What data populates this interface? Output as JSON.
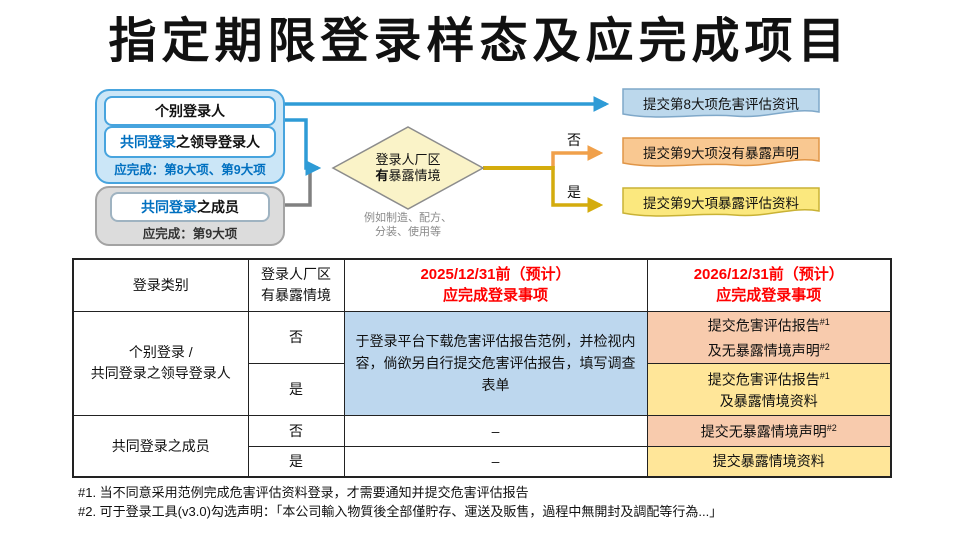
{
  "title": "指定期限登录样态及应完成项目",
  "flowchart": {
    "group_blue": {
      "box1": "个别登录人",
      "box2_highlight": "共同登录",
      "box2_rest": "之领导登录人",
      "caption": "应完成：第8大项、第9大项"
    },
    "group_gray": {
      "box_highlight": "共同登录",
      "box_rest": "之成员",
      "caption": "应完成：第9大项"
    },
    "decision": {
      "line1": "登录人厂区",
      "line2_bold": "有",
      "line2_rest": "暴露情境",
      "note_line1": "例如制造、配方、",
      "note_line2": "分装、使用等"
    },
    "branch_no": "否",
    "branch_yes": "是",
    "result_blue": "提交第8大项危害评估资讯",
    "result_orange": "提交第9大项沒有暴露声明",
    "result_yellow": "提交第9大項暴露评估资料"
  },
  "table": {
    "header": {
      "category": "登录类别",
      "exposure_l1": "登录人厂区",
      "exposure_l2": "有暴露情境",
      "y2025_l1": "2025/12/31前（预计）",
      "y2025_l2": "应完成登录事项",
      "y2026_l1": "2026/12/31前（预计）",
      "y2026_l2": "应完成登录事项"
    },
    "body": {
      "group1_l1": "个别登录 /",
      "group1_l2": "共同登录之领导登录人",
      "group2": "共同登录之成员",
      "no": "否",
      "yes": "是",
      "blue_cell": "于登录平台下载危害评估报告范例，并检视内容，倘欲另自行提交危害评估报告，填写调查表单",
      "dash": "–",
      "sup1": "#1",
      "sup2": "#2",
      "r1_2026_main": "提交危害评估报告",
      "r1_2026_l2": "及无暴露情境声明",
      "r2_2026_main": "提交危害评估报告",
      "r2_2026_l2": "及暴露情境资料",
      "r3_2026": "提交无暴露情境声明",
      "r4_2026": "提交暴露情境资料"
    }
  },
  "footnotes": [
    "#1. 当不同意采用范例完成危害评估资料登录，才需要通知并提交危害评估报告",
    "#2. 可于登录工具(v3.0)勾选声明：「本公司輸入物質後全部僅貯存、運送及販售，過程中無開封及調配等行為...」"
  ],
  "colors": {
    "accent_blue": "#2E9BD6",
    "accent_orange": "#F0A04B",
    "accent_gold": "#D4AC0D",
    "connector_gray": "#808080",
    "group_blue_fill": "#CBE6F7",
    "group_gray_fill": "#DCDCDC",
    "diamond_fill": "#FAF3C8",
    "result_blue_fill": "#BCD8EC",
    "result_orange_fill": "#F9C891",
    "result_yellow_fill": "#FBE87E",
    "table_blue_fill": "#BDD7EE",
    "table_orange_fill": "#F8CBAD",
    "table_yellow_fill": "#FFE699",
    "header_red_text": "#FF0000",
    "highlight_blue_text": "#0070C0"
  }
}
